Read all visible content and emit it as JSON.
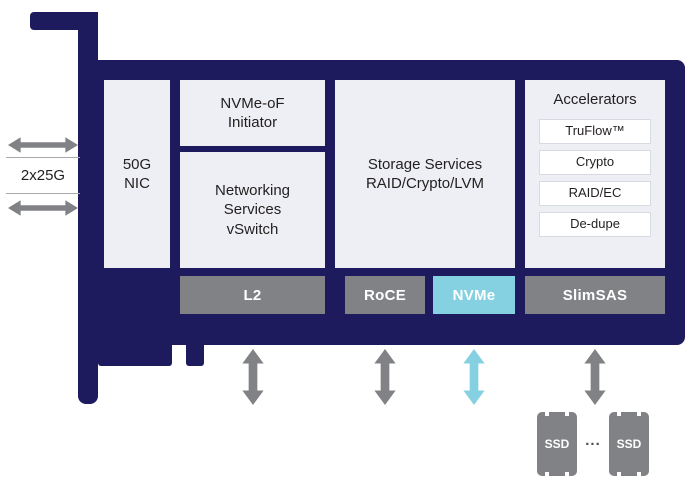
{
  "colors": {
    "navy": "#1e1a5e",
    "gray": "#808285",
    "cyan": "#86d1e1",
    "panel": "#edeff4",
    "text": "#231f20"
  },
  "left_port": {
    "label": "2x25G"
  },
  "blocks": {
    "nic": "50G\nNIC",
    "nvmeof": "NVMe-oF\nInitiator",
    "networking": "Networking\nServices\nvSwitch",
    "storage": "Storage Services\nRAID/Crypto/LVM",
    "accelerators": {
      "title": "Accelerators",
      "items": [
        "TruFlow™",
        "Crypto",
        "RAID/EC",
        "De-dupe"
      ]
    }
  },
  "ports": [
    {
      "label": "L2"
    },
    {
      "label": "RoCE"
    },
    {
      "label": "NVMe"
    },
    {
      "label": "SlimSAS"
    }
  ],
  "storage_devices": {
    "labels": [
      "SSD",
      "SSD"
    ],
    "ellipsis": "..."
  }
}
